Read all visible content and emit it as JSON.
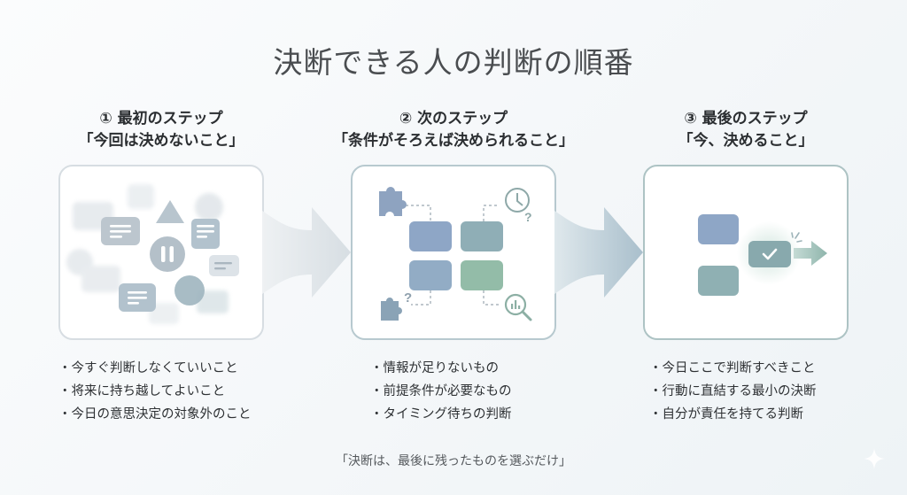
{
  "title": "決断できる人の判断の順番",
  "steps": [
    {
      "heading": "① 最初のステップ",
      "subheading": "「今回は決めないこと」",
      "illustration": "scattered-cards-pause-icon",
      "bullets": [
        "今すぐ判断しなくていいこと",
        "将来に持ち越してよいこと",
        "今日の意思決定の対象外のこと"
      ]
    },
    {
      "heading": "② 次のステップ",
      "subheading": "「条件がそろえば決められること」",
      "illustration": "grid-with-puzzle-clock-search-icons",
      "bullets": [
        "情報が足りないもの",
        "前提条件が必要なもの",
        "タイミング待ちの判断"
      ]
    },
    {
      "heading": "③ 最後のステップ",
      "subheading": "「今、決めること」",
      "illustration": "check-card-forward-arrow-icon",
      "bullets": [
        "今日ここで判断すべきこと",
        "行動に直結する最小の決断",
        "自分が責任を持てる判断"
      ]
    }
  ],
  "footer": "「決断は、最後に残ったものを選ぶだけ」",
  "colors": {
    "blue_block": "#8ea6c6",
    "teal_block": "#8fb0b3",
    "green_block": "#8fbfa8",
    "gray_block": "#b9c4cc"
  }
}
